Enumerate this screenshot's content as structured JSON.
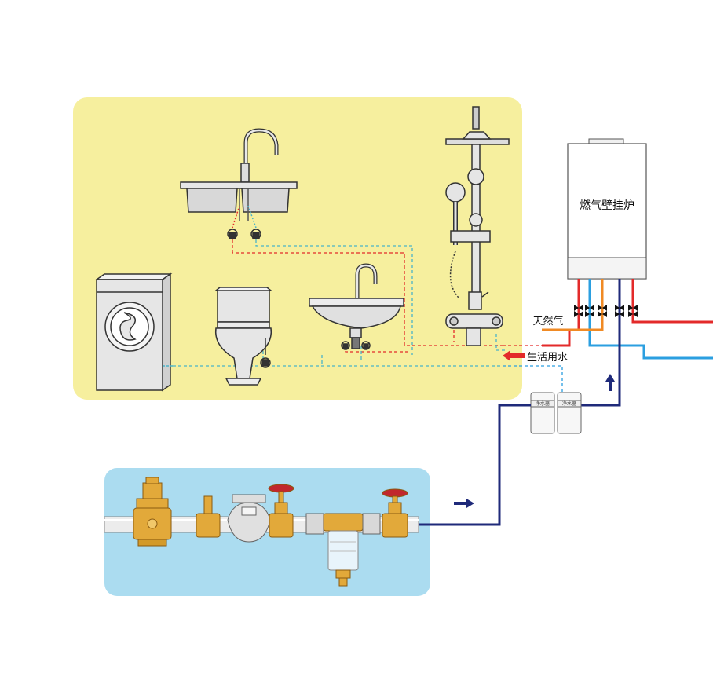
{
  "labels": {
    "boiler": "燃气壁挂炉",
    "gas": "天然气",
    "domestic_water": "生活用水",
    "filter_unit": "净水器"
  },
  "colors": {
    "hot": "#e32a2a",
    "cold": "#2b9fe0",
    "inlet": "#1f2a7a",
    "gas": "#f08a24",
    "bathroom_panel": "#f6ef9e",
    "supply_panel": "#abdcf0",
    "brass": "#e2a93a"
  }
}
